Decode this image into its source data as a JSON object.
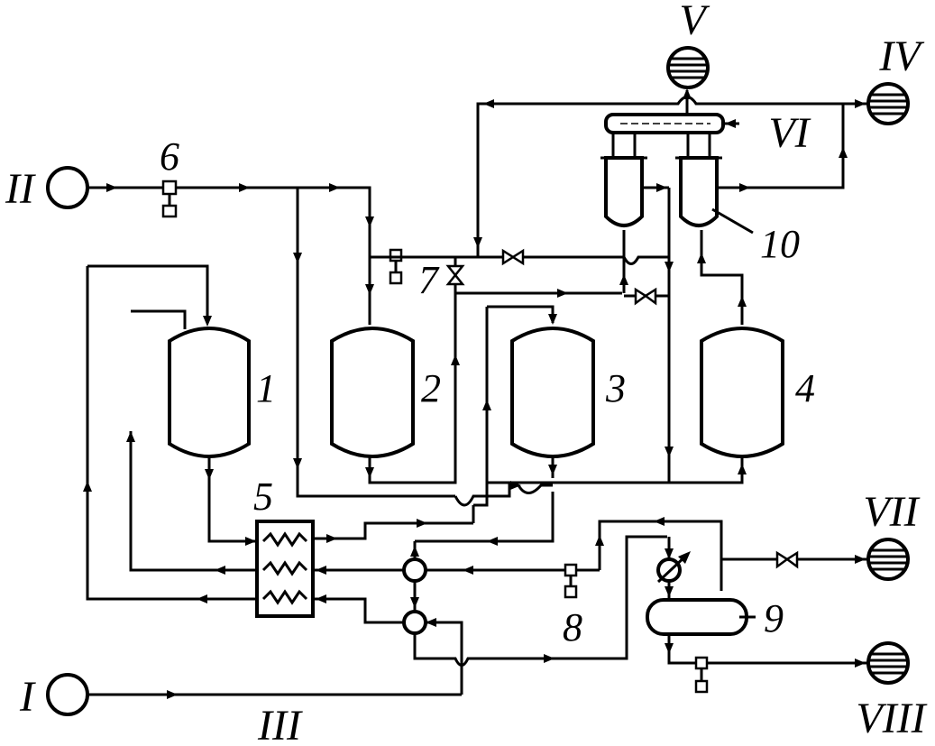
{
  "labels": {
    "stream_I": "I",
    "stream_II": "II",
    "stream_III": "III",
    "stream_IV": "IV",
    "stream_V": "V",
    "stream_VI": "VI",
    "stream_VII": "VII",
    "stream_VIII": "VIII",
    "reactor_1": "1",
    "reactor_2": "2",
    "reactor_3": "3",
    "reactor_4": "4",
    "heat_exchanger_5": "5",
    "instrument_6": "6",
    "valve_7": "7",
    "instrument_8": "8",
    "separator_9": "9",
    "condenser_10": "10"
  }
}
